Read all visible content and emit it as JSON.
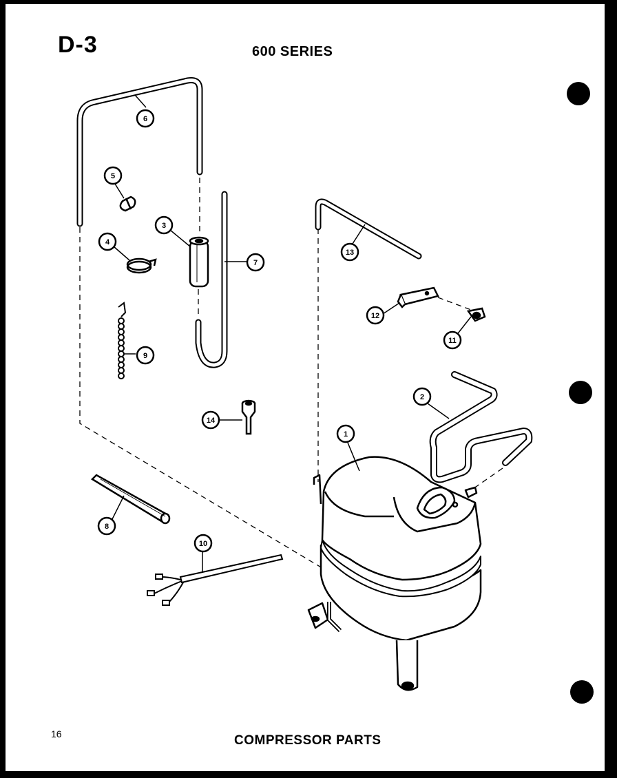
{
  "header": {
    "section": "D-3",
    "series": "600 SERIES"
  },
  "footer": {
    "page_number": "16",
    "title": "COMPRESSOR PARTS"
  },
  "callouts": [
    {
      "id": "1",
      "label": "1"
    },
    {
      "id": "2",
      "label": "2"
    },
    {
      "id": "3",
      "label": "3"
    },
    {
      "id": "4",
      "label": "4"
    },
    {
      "id": "5",
      "label": "5"
    },
    {
      "id": "6",
      "label": "6"
    },
    {
      "id": "7",
      "label": "7"
    },
    {
      "id": "8",
      "label": "8"
    },
    {
      "id": "9",
      "label": "9"
    },
    {
      "id": "10",
      "label": "10"
    },
    {
      "id": "11",
      "label": "11"
    },
    {
      "id": "12",
      "label": "12"
    },
    {
      "id": "13",
      "label": "13"
    },
    {
      "id": "14",
      "label": "14"
    }
  ]
}
